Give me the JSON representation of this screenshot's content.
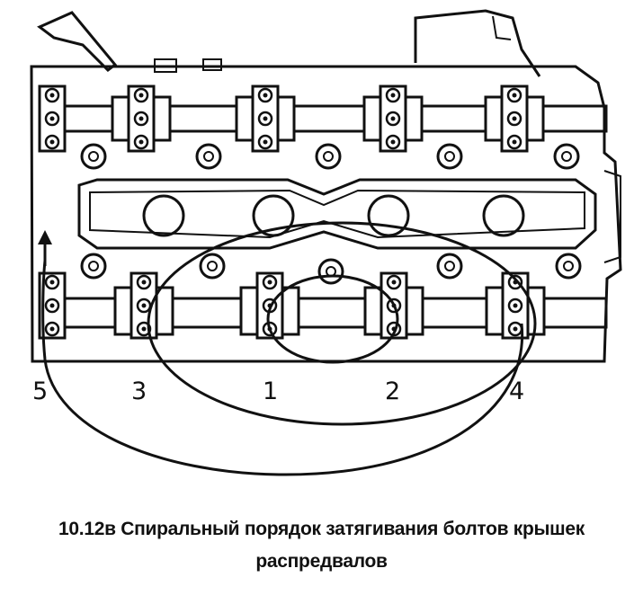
{
  "sequence_labels": [
    "5",
    "3",
    "1",
    "2",
    "4"
  ],
  "caption": {
    "line1": "10.12в Спиральный порядок затягивания болтов крышек",
    "line2": "распредвалов"
  }
}
